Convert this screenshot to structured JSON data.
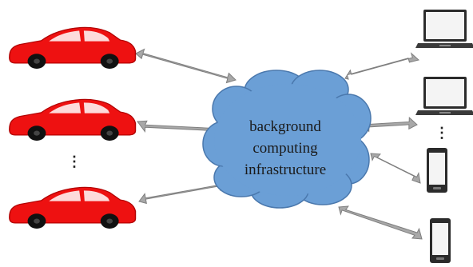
{
  "cloud": {
    "lines": [
      "background",
      "computing",
      "infrastructure"
    ]
  },
  "ellipsis": {
    "cars": "⋮",
    "devices": "⋮"
  },
  "colors": {
    "car_body": "#ee1111",
    "car_outline": "#b00000",
    "cloud_fill": "#6b9fd6",
    "cloud_stroke": "#4a78ad",
    "arrow_fill": "#a8a8a8",
    "arrow_stroke": "#7f7f7f",
    "device_dark": "#2b2b2b",
    "screen_light": "#f4f4f4"
  },
  "nodes": {
    "vehicles": [
      "car-icon",
      "car-icon",
      "car-icon"
    ],
    "laptops": [
      "laptop-icon",
      "laptop-icon"
    ],
    "phones": [
      "smartphone-icon",
      "smartphone-icon"
    ]
  }
}
